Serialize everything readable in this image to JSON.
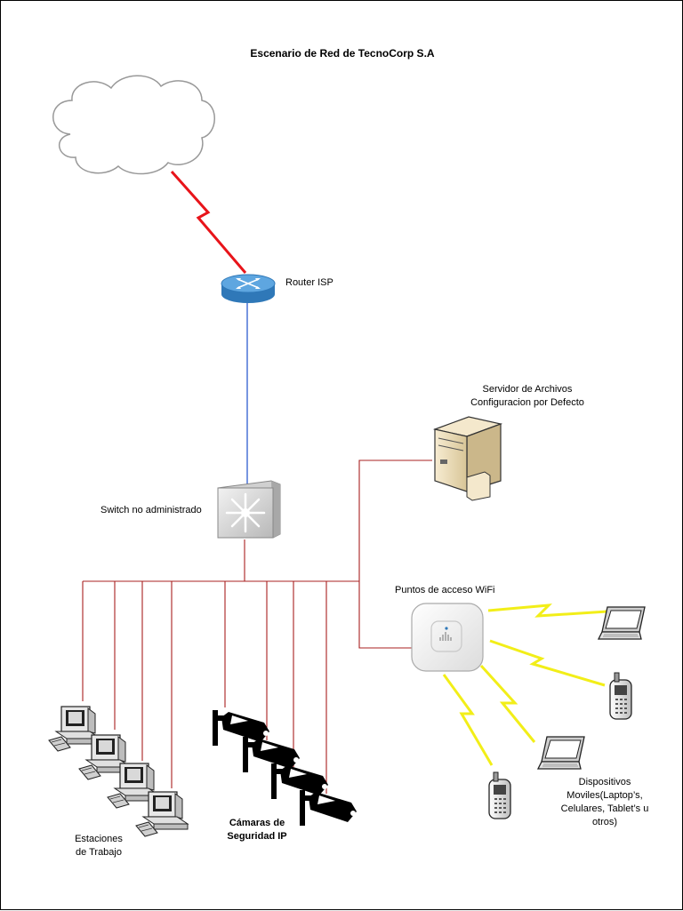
{
  "title": "Escenario de Red de TecnoCorp S.A",
  "router": {
    "label": "Router ISP"
  },
  "switch": {
    "label": "Switch no administrado"
  },
  "server": {
    "line1": "Servidor de Archivos",
    "line2": "Configuracion por Defecto"
  },
  "access_point": {
    "label": "Puntos de acceso WiFi"
  },
  "workstations": {
    "line1": "Estaciones",
    "line2": "de Trabajo"
  },
  "cameras": {
    "line1": "Cámaras de",
    "line2": "Seguridad IP"
  },
  "mobile": {
    "line1": "Dispositivos",
    "line2": "Moviles(Laptop’s,",
    "line3": "Celulares, Tablet’s u",
    "line4": "otros)"
  },
  "icons": {
    "cloud": "cloud-icon",
    "router": "router-icon",
    "switch": "switch-icon",
    "server": "server-icon",
    "access_point": "access-point-icon",
    "workstation": "workstation-icon",
    "camera": "ip-camera-icon",
    "laptop": "laptop-icon",
    "phone": "cellphone-icon",
    "wireless": "lightning-wireless-icon"
  },
  "colors": {
    "wan_link": "#e8141a",
    "uplink": "#4a72d6",
    "lan_links": "#a82020",
    "wireless": "#f2ee18",
    "router_blue": "#2f78b8"
  }
}
